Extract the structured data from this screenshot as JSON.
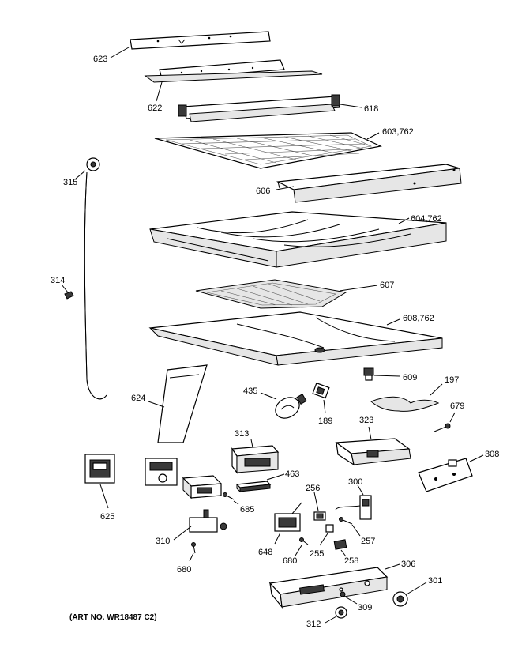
{
  "labels": {
    "p623": "623",
    "p622": "622",
    "p618": "618",
    "p603": "603,762",
    "p606": "606",
    "p315": "315",
    "p604": "604,762",
    "p314": "314",
    "p607": "607",
    "p608": "608,762",
    "p609": "609",
    "p197": "197",
    "p624": "624",
    "p435": "435",
    "p189": "189",
    "p679": "679",
    "p313": "313",
    "p323": "323",
    "p308": "308",
    "p463": "463",
    "p256": "256",
    "p300": "300",
    "p625": "625",
    "p685": "685",
    "p310": "310",
    "p648": "648",
    "p257": "257",
    "p255": "255",
    "p680a": "680",
    "p680b": "680",
    "p258": "258",
    "p306": "306",
    "p301": "301",
    "p309": "309",
    "p312": "312"
  },
  "art_number": "(ART NO. WR18487 C2)"
}
